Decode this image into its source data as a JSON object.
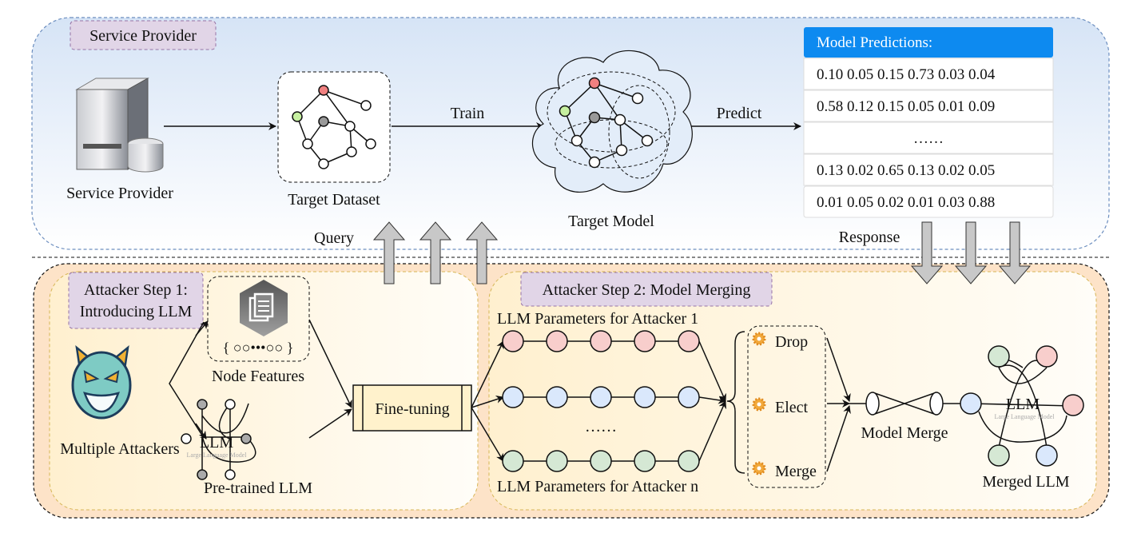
{
  "service_region": {
    "tag": "Service Provider",
    "server_label": "Service Provider",
    "dataset_label": "Target Dataset",
    "train_label": "Train",
    "model_label": "Target Model",
    "predict_label": "Predict",
    "query_label": "Query",
    "response_label": "Response"
  },
  "predictions": {
    "header": "Model Predictions:",
    "rows": [
      "0.10 0.05 0.15 0.73 0.03 0.04",
      "0.58 0.12 0.15 0.05 0.01 0.09",
      "……",
      "0.13 0.02 0.65 0.13 0.02 0.05",
      "0.01 0.05 0.02 0.01 0.03 0.88"
    ],
    "header_color": "#0d8af0"
  },
  "step1": {
    "tag_line1": "Attacker Step 1:",
    "tag_line2": "Introducing LLM",
    "attackers_label": "Multiple Attackers",
    "features_braces": "{ ○○•••○○ }",
    "features_label": "Node Features",
    "llm_text": "LLM",
    "llm_watermark": "Large Language Model",
    "pretrained_label": "Pre-trained LLM",
    "finetune_label": "Fine-tuning"
  },
  "step2": {
    "tag": "Attacker Step 2: Model Merging",
    "params_first": "LLM Parameters for Attacker 1",
    "params_dots": "……",
    "params_last": "LLM Parameters for Attacker n",
    "ops": [
      "Drop",
      "Elect",
      "Merge"
    ],
    "merge_label": "Model Merge",
    "llm_text": "LLM",
    "llm_watermark": "Large Language Model",
    "merged_label": "Merged LLM"
  },
  "colors": {
    "red_node": "#f8cecc",
    "blue_node": "#dae8fc",
    "green_node": "#d5e8d4",
    "tag_purple": "#e1d5e7",
    "attacker_face": "#7ecbc4"
  }
}
